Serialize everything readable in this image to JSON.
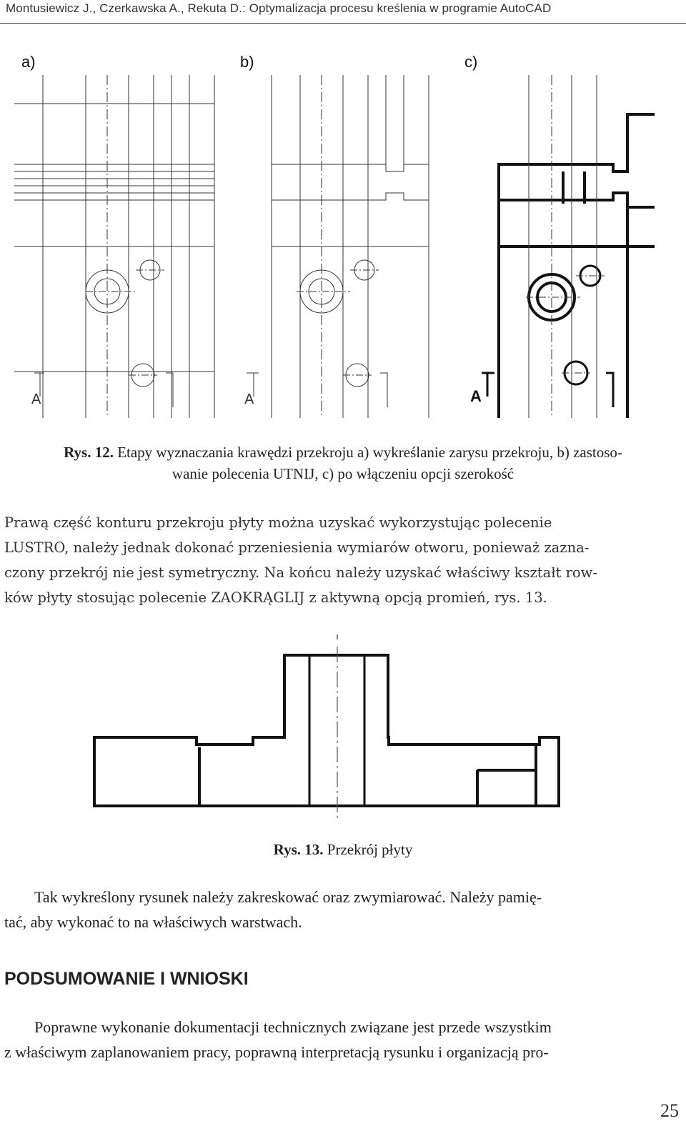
{
  "header": {
    "running_title": "Montusiewicz J., Czerkawska A., Rekuta D.: Optymalizacja procesu kreślenia w programie AutoCAD"
  },
  "figure12": {
    "panel_labels": [
      "a)",
      "b)",
      "c)"
    ],
    "section_marker": "A",
    "caption_prefix": "Rys. 12.",
    "caption_line1": " Etapy wyznaczania krawędzi przekroju a) wykreślanie zarysu przekroju, b) zastoso-",
    "caption_line2": "wanie polecenia UTNIJ, c) po włączeniu opcji szerokość"
  },
  "paragraph1": {
    "lines": [
      "Prawą część konturu przekroju płyty można uzyskać wykorzystując polecenie",
      "LUSTRO, należy jednak dokonać przeniesienia wymiarów otworu, ponieważ zazna-",
      "czony przekrój nie jest symetryczny. Na końcu należy uzyskać właściwy kształt row-",
      "ków płyty stosując polecenie ZAOKRĄGLIJ z aktywną opcją promień, rys. 13."
    ]
  },
  "figure13": {
    "caption_prefix": "Rys. 13.",
    "caption_text": " Przekrój płyty"
  },
  "paragraph2": {
    "lines": [
      "Tak wykreślony rysunek należy zakreskować oraz zwymiarować. Należy pamię-",
      "tać, aby wykonać to na właściwych warstwach."
    ]
  },
  "section": {
    "title": "PODSUMOWANIE I WNIOSKI"
  },
  "paragraph3": {
    "lines": [
      "Poprawne wykonanie dokumentacji technicznych związane jest przede wszystkim",
      "z właściwym zaplanowaniem pracy, poprawną interpretacją rysunku i organizacją pro-"
    ]
  },
  "page_number": "25"
}
